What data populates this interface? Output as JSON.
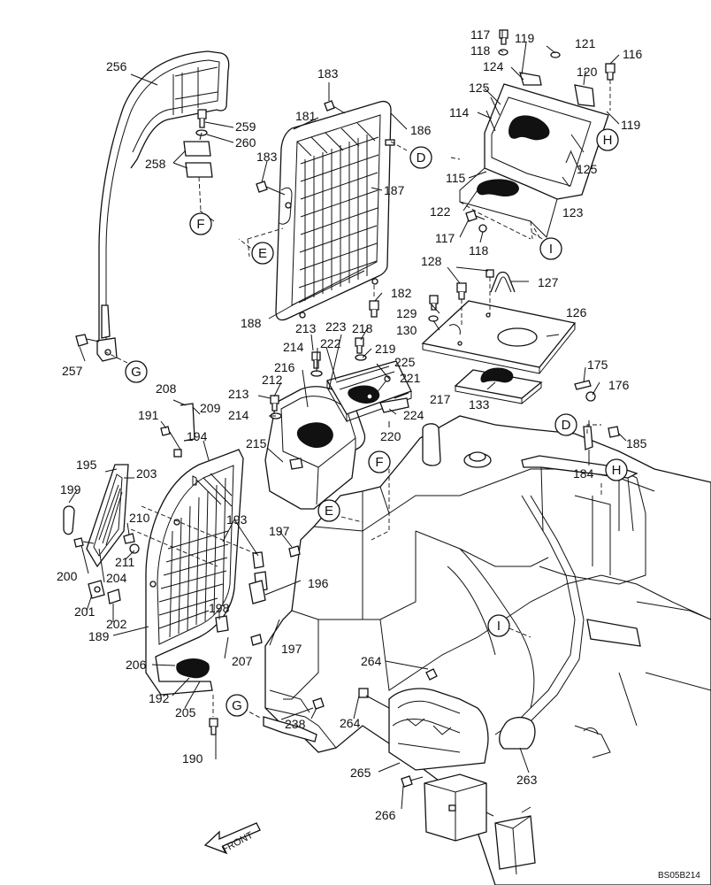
{
  "labels": {
    "l256": "256",
    "l259": "259",
    "l260": "260",
    "l258": "258",
    "l257": "257",
    "l183a": "183",
    "l181": "181",
    "l186": "186",
    "l183b": "183",
    "l187": "187",
    "l188": "188",
    "l182": "182",
    "l117a": "117",
    "l118a": "118",
    "l119a": "119",
    "l121": "121",
    "l116": "116",
    "l124": "124",
    "l120": "120",
    "l125a": "125",
    "l114": "114",
    "l119b": "119",
    "l115": "115",
    "l125b": "125",
    "l122": "122",
    "l123": "123",
    "l117b": "117",
    "l118b": "118",
    "l128": "128",
    "l127": "127",
    "l129": "129",
    "l130": "130",
    "l126": "126",
    "l213a": "213",
    "l218": "218",
    "l223": "223",
    "l214a": "214",
    "l222": "222",
    "l219": "219",
    "l225": "225",
    "l216": "216",
    "l212": "212",
    "l221": "221",
    "l213b": "213",
    "l217": "217",
    "l214b": "214",
    "l224": "224",
    "l215": "215",
    "l220": "220",
    "l133": "133",
    "l175": "175",
    "l176": "176",
    "l185": "185",
    "l184": "184",
    "l208": "208",
    "l209": "209",
    "l191": "191",
    "l194": "194",
    "l195": "195",
    "l203": "203",
    "l199": "199",
    "l210": "210",
    "l193": "193",
    "l197a": "197",
    "l200": "200",
    "l211": "211",
    "l204": "204",
    "l196": "196",
    "l201": "201",
    "l202": "202",
    "l198": "198",
    "l189": "189",
    "l197b": "197",
    "l206": "206",
    "l207": "207",
    "l192": "192",
    "l205": "205",
    "l190": "190",
    "l264a": "264",
    "l264b": "264",
    "l238": "238",
    "l265": "265",
    "l263": "263",
    "l266": "266"
  },
  "refs": {
    "F_top": "F",
    "G_top": "G",
    "E_top": "E",
    "D_top": "D",
    "H_top": "H",
    "I_top": "I",
    "D_mid": "D",
    "H_mid": "H",
    "F_mid": "F",
    "E_mid": "E",
    "I_mid": "I",
    "G_low": "G"
  },
  "front_label": "FRONT",
  "drawing_code": "BS05B214"
}
